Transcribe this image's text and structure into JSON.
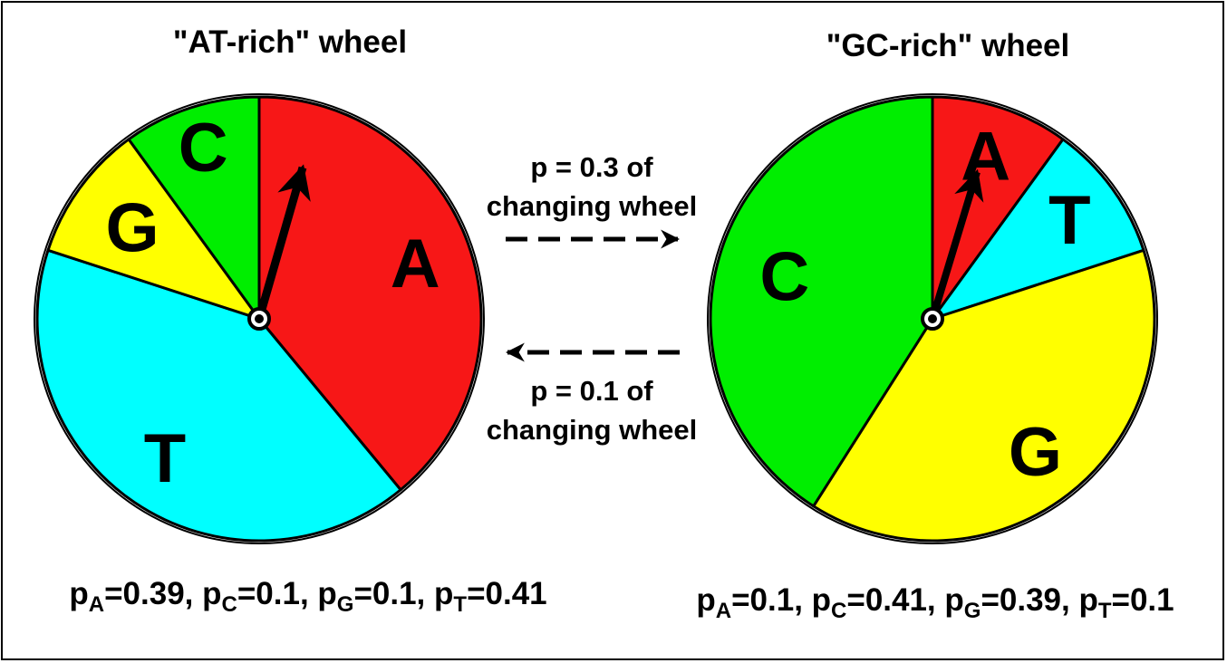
{
  "wheels": [
    {
      "id": "at",
      "title": "\"AT-rich\" wheel",
      "segments": [
        {
          "letter": "A",
          "p": 0.39,
          "color": "#f71717"
        },
        {
          "letter": "C",
          "p": 0.1,
          "color": "#00ee00"
        },
        {
          "letter": "G",
          "p": 0.1,
          "color": "#ffff00"
        },
        {
          "letter": "T",
          "p": 0.41,
          "color": "#00ffff"
        }
      ],
      "formula": [
        {
          "sub": "A",
          "val": "0.39"
        },
        {
          "sub": "C",
          "val": "0.1"
        },
        {
          "sub": "G",
          "val": "0.1"
        },
        {
          "sub": "T",
          "val": "0.41"
        }
      ]
    },
    {
      "id": "gc",
      "title": "\"GC-rich\" wheel",
      "segments": [
        {
          "letter": "A",
          "p": 0.1,
          "color": "#f71717"
        },
        {
          "letter": "C",
          "p": 0.41,
          "color": "#00ee00"
        },
        {
          "letter": "G",
          "p": 0.39,
          "color": "#ffff00"
        },
        {
          "letter": "T",
          "p": 0.1,
          "color": "#00ffff"
        }
      ],
      "formula": [
        {
          "sub": "A",
          "val": "0.1"
        },
        {
          "sub": "C",
          "val": "0.41"
        },
        {
          "sub": "G",
          "val": "0.39"
        },
        {
          "sub": "T",
          "val": "0.1"
        }
      ]
    }
  ],
  "transitions": {
    "at_to_gc": {
      "line1": "p = 0.3 of",
      "line2": "changing wheel",
      "p": 0.3
    },
    "gc_to_at": {
      "line1": "p = 0.1 of",
      "line2": "changing wheel",
      "p": 0.1
    }
  }
}
